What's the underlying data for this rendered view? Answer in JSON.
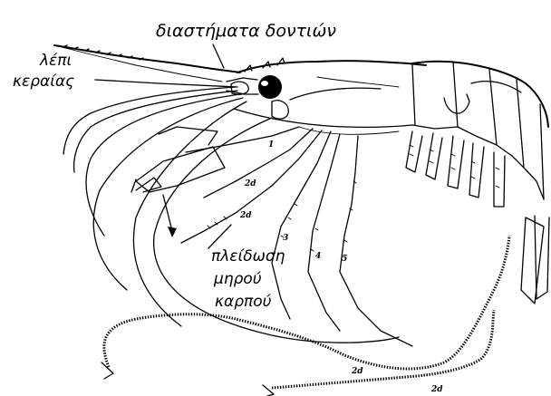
{
  "labels": {
    "tooth_spaces": "διαστήματα δοντιών",
    "antennal_scale_line1": "λέπι",
    "antennal_scale_line2": "κεραίας",
    "thickening_line1": "πλείδωση",
    "thickening_line2": "μηρού",
    "thickening_line3": "καρπού"
  },
  "leg_numbers": {
    "leg1": "1",
    "leg2a": "2d",
    "leg2b": "2d",
    "leg3": "3",
    "leg4": "4",
    "leg5": "5",
    "leg2c": "2d",
    "leg2d": "2d"
  }
}
